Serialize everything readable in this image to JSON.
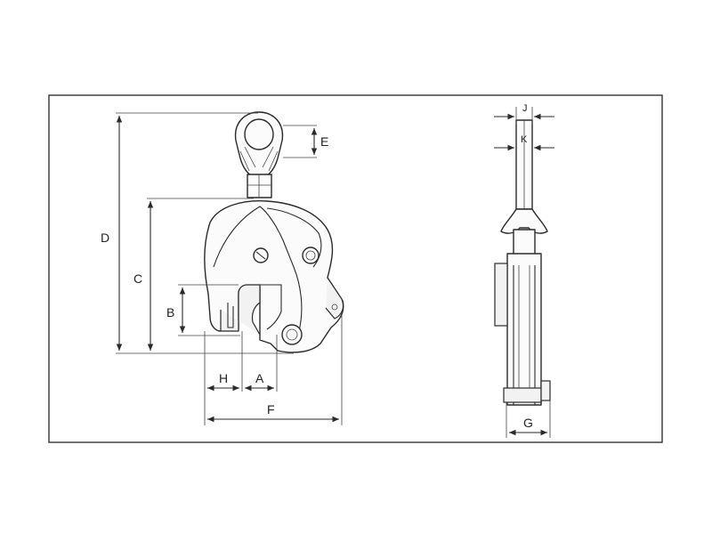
{
  "dimensions": {
    "A": "A",
    "B": "B",
    "C": "C",
    "D": "D",
    "E": "E",
    "F": "F",
    "G": "G",
    "H": "H",
    "J": "J",
    "K": "K"
  },
  "colors": {
    "line": "#2a2a2a",
    "frame": "#333333",
    "background": "#ffffff"
  }
}
